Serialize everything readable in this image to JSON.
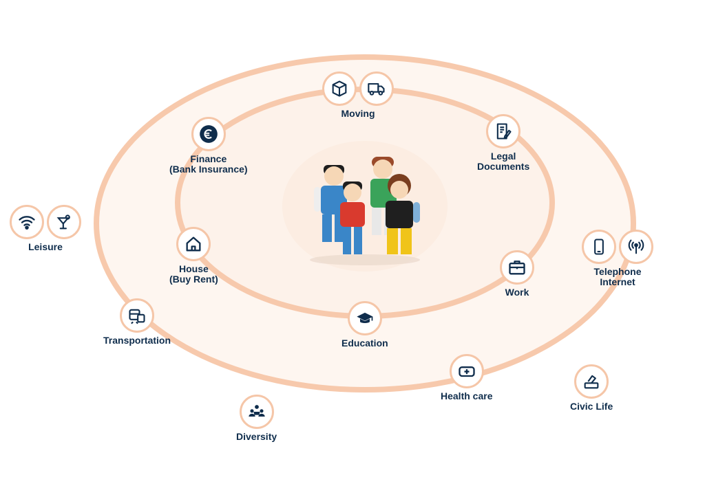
{
  "colors": {
    "ring": "#f7c9ac",
    "ring_fill": "#fdf3ec",
    "icon_border": "#f5c6a8",
    "text": "#0f2d4c"
  },
  "nodes": [
    {
      "id": "moving",
      "label": "Moving",
      "icons": [
        "package-icon",
        "truck-icon"
      ]
    },
    {
      "id": "finance",
      "label": "Finance\n(Bank Insurance)",
      "icons": [
        "euro-icon"
      ]
    },
    {
      "id": "legal",
      "label": "Legal\nDocuments",
      "icons": [
        "document-icon"
      ]
    },
    {
      "id": "leisure",
      "label": "Leisure",
      "icons": [
        "wifi-icon",
        "cocktail-icon"
      ]
    },
    {
      "id": "house",
      "label": "House\n(Buy Rent)",
      "icons": [
        "house-icon"
      ]
    },
    {
      "id": "telephone",
      "label": "Telephone\nInternet",
      "icons": [
        "phone-icon",
        "antenna-icon"
      ]
    },
    {
      "id": "work",
      "label": "Work",
      "icons": [
        "briefcase-icon"
      ]
    },
    {
      "id": "transportation",
      "label": "Transportation",
      "icons": [
        "train-icon"
      ]
    },
    {
      "id": "education",
      "label": "Education",
      "icons": [
        "graduation-cap-icon"
      ]
    },
    {
      "id": "healthcare",
      "label": "Health care",
      "icons": [
        "medical-kit-icon"
      ]
    },
    {
      "id": "civic",
      "label": "Civic Life",
      "icons": [
        "ballot-box-icon"
      ]
    },
    {
      "id": "diversity",
      "label": "Diversity",
      "icons": [
        "people-group-icon"
      ]
    }
  ],
  "figures": [
    {
      "name": "figure-1",
      "hair": "#1e1e1e",
      "shirt": "#3a86c8",
      "pants": "#3a86c8"
    },
    {
      "name": "figure-2",
      "hair": "#9a4a2a",
      "shirt": "#3aa35a",
      "pants": "#e8e8e8"
    },
    {
      "name": "figure-3",
      "hair": "#1e1e1e",
      "shirt": "#d93a2e",
      "pants": "#3a86c8"
    },
    {
      "name": "figure-4",
      "hair": "#7a3e1f",
      "shirt": "#1f1f1f",
      "pants": "#f0c419"
    }
  ]
}
